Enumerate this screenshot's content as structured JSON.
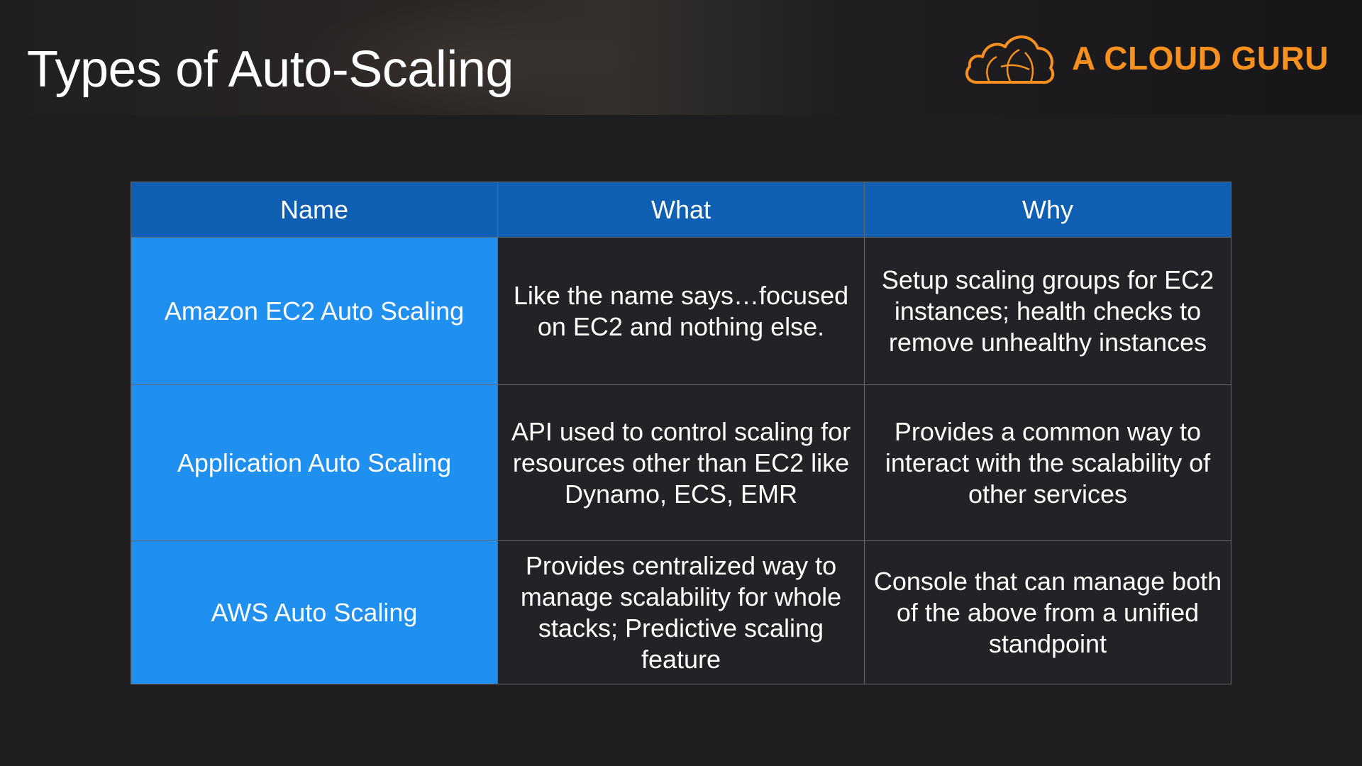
{
  "slide": {
    "title": "Types of Auto-Scaling"
  },
  "brand": {
    "name": "A CLOUD GURU",
    "icon": "cloud-logo-icon"
  },
  "colors": {
    "background": "#1e1d20",
    "header_cell": "#0f5fb3",
    "name_cell": "#1f8ff0",
    "body_cell": "#232226",
    "brand_orange": "#f7901e"
  },
  "table": {
    "columns": [
      "Name",
      "What",
      "Why"
    ],
    "rows": [
      {
        "name": "Amazon EC2 Auto Scaling",
        "what": "Like the name says…focused on EC2 and nothing else.",
        "why": "Setup scaling groups for EC2 instances; health checks to remove unhealthy instances"
      },
      {
        "name": "Application Auto Scaling",
        "what": "API used to control scaling for resources other than EC2 like Dynamo, ECS, EMR",
        "why": "Provides a common way to interact with the scalability of other services"
      },
      {
        "name": "AWS Auto Scaling",
        "what": "Provides centralized way to manage scalability for whole stacks; Predictive scaling feature",
        "why": "Console that can manage both of the above from a unified standpoint"
      }
    ]
  }
}
